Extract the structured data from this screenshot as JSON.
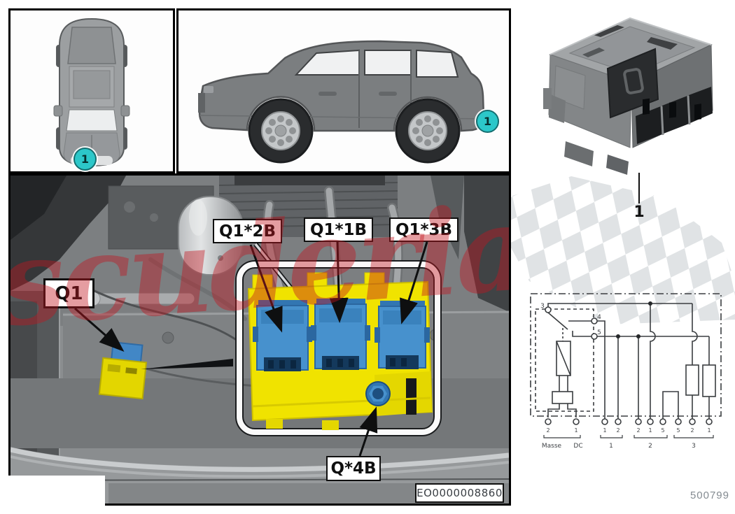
{
  "vehicle_views": {
    "top": {
      "badge": "1"
    },
    "side": {
      "badge": "1"
    }
  },
  "part": {
    "callout": "1"
  },
  "photo": {
    "callouts": {
      "q1": "Q1",
      "q1_2b": "Q1*2B",
      "q1_1b": "Q1*1B",
      "q1_3b": "Q1*3B",
      "q_4b": "Q*4B"
    },
    "image_code": "EO0000008860"
  },
  "circuit": {
    "pins": [
      "3",
      "4",
      "5"
    ],
    "terminals": {
      "relay": [
        "2",
        "1"
      ],
      "group1": [
        "1",
        "2"
      ],
      "group2": [
        "2",
        "1",
        "5"
      ],
      "group3": [
        "5",
        "2",
        "1"
      ]
    },
    "connector_names": [
      "Masse",
      "DC"
    ],
    "groups": [
      "1",
      "2",
      "3"
    ]
  },
  "footer": {
    "reference": "500799"
  },
  "watermark": {
    "text": "scuderia"
  },
  "colors": {
    "badge_teal": "#2cc7c9",
    "relay_carrier_yellow": "#f0e300",
    "relay_blue": "#4791cd",
    "watermark_red": "#c1161e",
    "checker_gray": "#e0e3e5"
  }
}
